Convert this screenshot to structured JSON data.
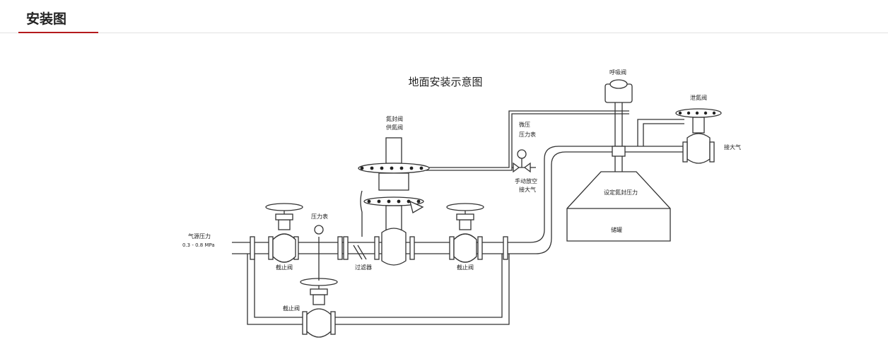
{
  "header": {
    "title": "安装图"
  },
  "diagram": {
    "title": "地面安装示意图",
    "labels": {
      "gas_pressure": "气源压力",
      "pressure_range": "0.3 - 0.8 MPa",
      "pressure_gauge": "压力表",
      "filter": "过滤器",
      "shutoff_valve_left": "截止阀",
      "shutoff_valve_right": "截止阀",
      "shutoff_valve_bypass": "截止阀",
      "nitrogen_valve_1": "氮封阀",
      "nitrogen_valve_2": "供氮阀",
      "micro_pressure_gauge_1": "微压",
      "micro_pressure_gauge_2": "压力表",
      "manual_vent_1": "手动放空",
      "manual_vent_2": "接大气",
      "breather_valve": "呼吸阀",
      "relief_valve": "泄氮阀",
      "to_atmosphere": "接大气",
      "set_pressure": "设定氮封压力",
      "tank": "储罐"
    }
  }
}
